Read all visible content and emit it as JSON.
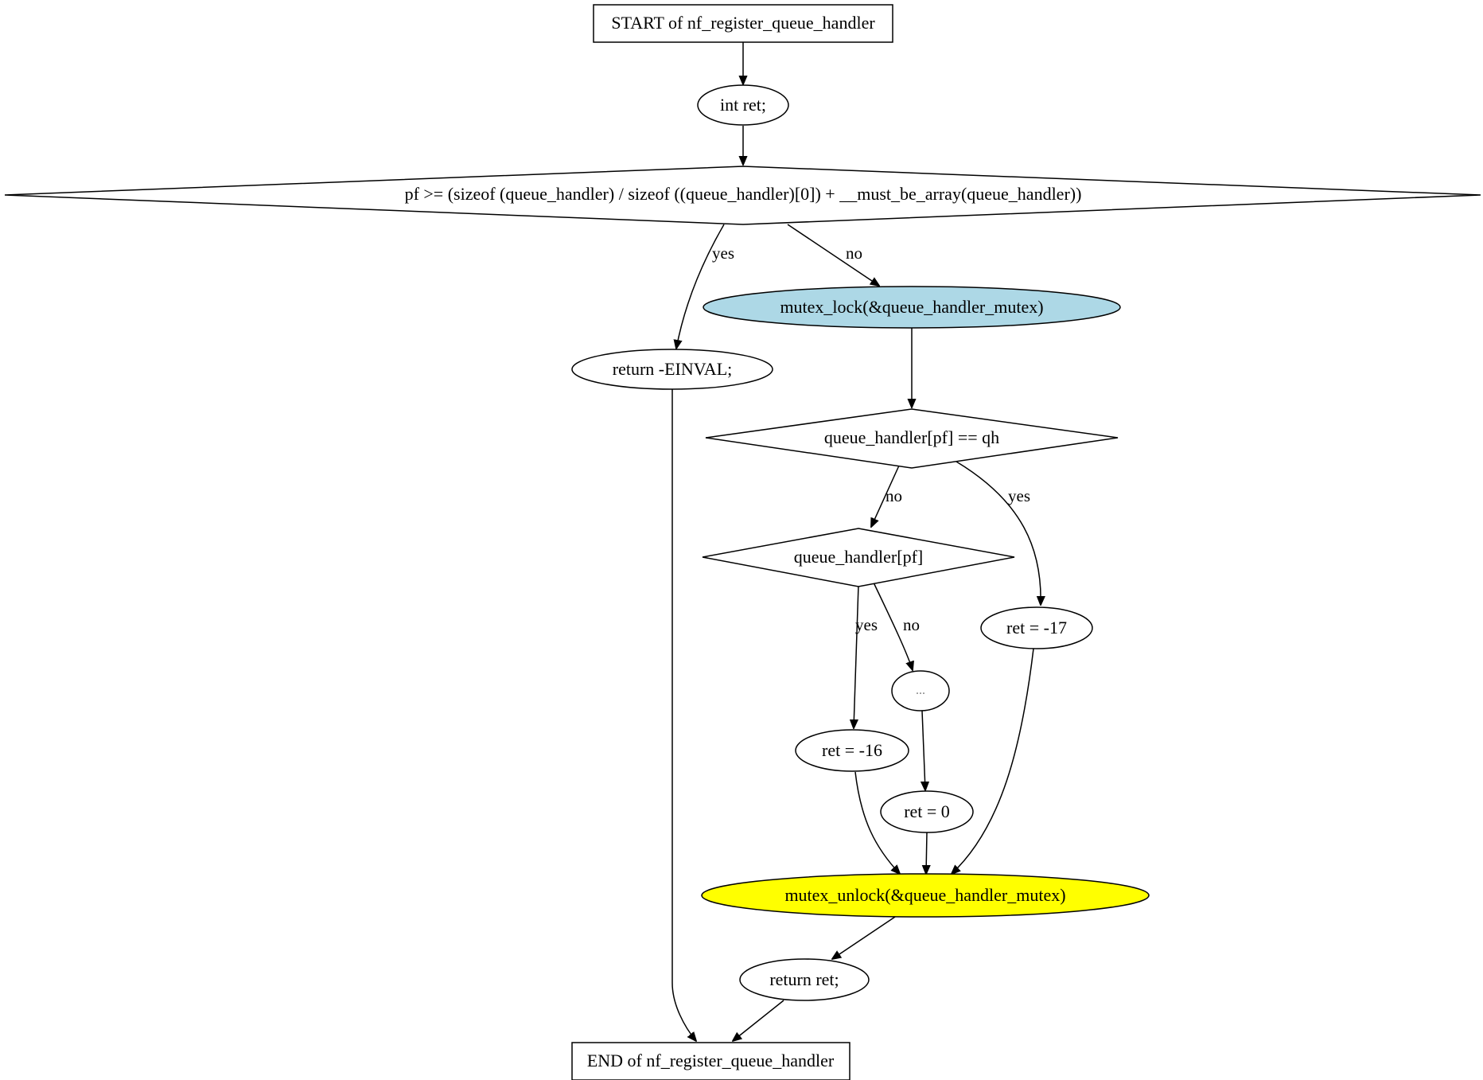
{
  "colors": {
    "default_fill": "#ffffff",
    "lock_fill": "#add8e6",
    "unlock_fill": "#ffff00",
    "stroke": "#000000",
    "ellipsis_text": "#808080"
  },
  "nodes": {
    "start": {
      "label": "START of nf_register_queue_handler",
      "shape": "box"
    },
    "int_ret": {
      "label": "int ret;",
      "shape": "ellipse"
    },
    "cond_pf": {
      "label": "pf >= (sizeof (queue_handler) / sizeof ((queue_handler)[0]) + __must_be_array(queue_handler))",
      "shape": "diamond"
    },
    "return_einval": {
      "label": "return -EINVAL;",
      "shape": "ellipse"
    },
    "mutex_lock": {
      "label": "mutex_lock(&queue_handler_mutex)",
      "shape": "ellipse"
    },
    "cond_eq_qh": {
      "label": "queue_handler[pf] == qh",
      "shape": "diamond"
    },
    "cond_qh": {
      "label": "queue_handler[pf]",
      "shape": "diamond"
    },
    "ret_17": {
      "label": "ret = -17",
      "shape": "ellipse"
    },
    "ellipsis": {
      "label": "...",
      "shape": "ellipse"
    },
    "ret_16": {
      "label": "ret = -16",
      "shape": "ellipse"
    },
    "ret_0": {
      "label": "ret = 0",
      "shape": "ellipse"
    },
    "mutex_unlock": {
      "label": "mutex_unlock(&queue_handler_mutex)",
      "shape": "ellipse"
    },
    "return_ret": {
      "label": "return ret;",
      "shape": "ellipse"
    },
    "end": {
      "label": "END of nf_register_queue_handler",
      "shape": "box"
    }
  },
  "edges": {
    "pf_yes": "yes",
    "pf_no": "no",
    "eq_no": "no",
    "eq_yes": "yes",
    "qh_yes": "yes",
    "qh_no": "no"
  }
}
